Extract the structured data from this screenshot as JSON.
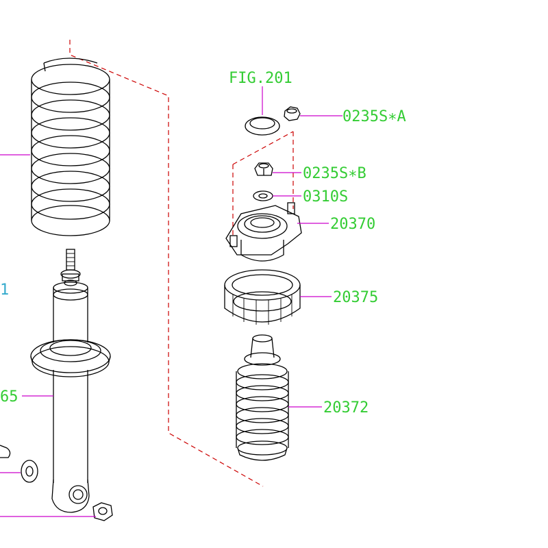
{
  "colors": {
    "label": "#33cc33",
    "leader": "#cc00cc",
    "dash": "#cc0000",
    "edge_label": "#33aacc",
    "line": "#000000"
  },
  "labels": {
    "fig201": "FIG.201",
    "p0235sA": "0235S∗A",
    "p0235sB": "0235S∗B",
    "p0310s": "0310S",
    "p20370": "20370",
    "p20375": "20375",
    "p20372": "20372",
    "p65": "65",
    "edge_1": "1"
  }
}
